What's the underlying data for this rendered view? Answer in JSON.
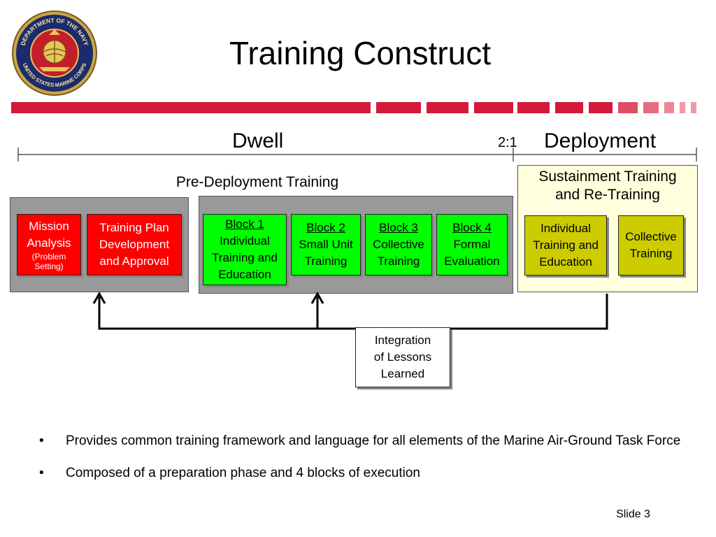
{
  "slide": {
    "title": "Training Construct",
    "slide_number": "Slide 3",
    "seal": {
      "top_text": "DEPARTMENT OF THE NAVY",
      "bottom_text": "UNITED STATES MARINE CORPS"
    },
    "colors": {
      "banner_red": "#d4193a",
      "red_box": "#ff0000",
      "green_box": "#00ff00",
      "olive_box": "#cccc00",
      "gray_panel": "#999999",
      "yellow_panel": "#ffffdd"
    }
  },
  "timeline": {
    "dwell_label": "Dwell",
    "ratio_label": "2:1",
    "deployment_label": "Deployment"
  },
  "predeployment": {
    "label": "Pre-Deployment Training",
    "mission": {
      "line1": "Mission",
      "line2": "Analysis",
      "sub1": "(Problem",
      "sub2": "Setting)"
    },
    "plan": {
      "line1": "Training Plan",
      "line2": "Development",
      "line3": "and Approval"
    },
    "blocks": [
      {
        "head": "Block 1",
        "lines": [
          "Individual",
          "Training and",
          "Education"
        ]
      },
      {
        "head": "Block 2",
        "lines": [
          "Small Unit",
          "Training"
        ]
      },
      {
        "head": "Block 3",
        "lines": [
          "Collective",
          "Training"
        ]
      },
      {
        "head": "Block 4",
        "lines": [
          "Formal",
          "Evaluation"
        ]
      }
    ]
  },
  "sustainment": {
    "label_line1": "Sustainment Training",
    "label_line2": "and Re-Training",
    "boxes": [
      {
        "lines": [
          "Individual",
          "Training and",
          "Education"
        ]
      },
      {
        "lines": [
          "Collective",
          "Training"
        ]
      }
    ]
  },
  "integration": {
    "lines": [
      "Integration",
      "of Lessons",
      "Learned"
    ]
  },
  "bullets": [
    {
      "text": "Provides common training framework and language for all elements of the Marine Air-Ground Task Force"
    },
    {
      "text": "Composed of a preparation phase and 4 blocks of execution"
    }
  ]
}
